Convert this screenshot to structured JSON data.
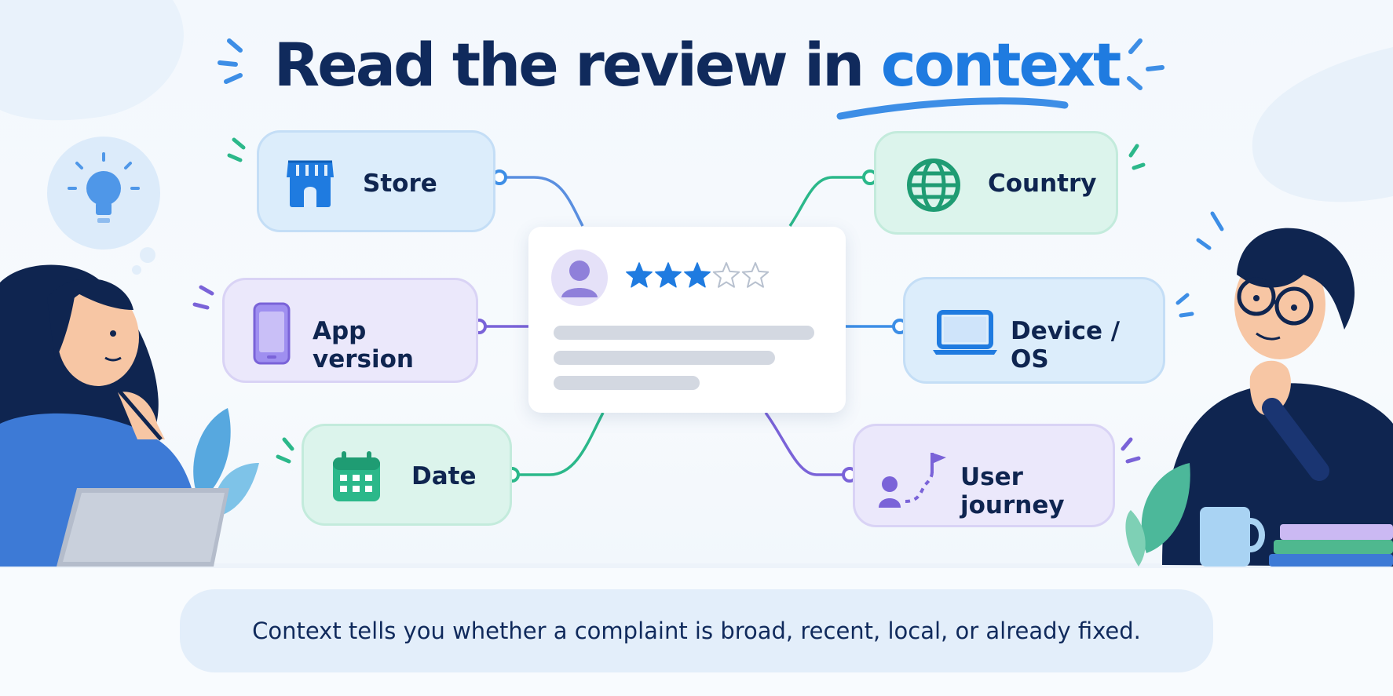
{
  "title": {
    "main": "Read the review in",
    "accent": "context"
  },
  "review_card": {
    "rating": 3,
    "max_rating": 5,
    "text_lines": 3
  },
  "context_nodes": {
    "store": {
      "label": "Store",
      "icon": "store-icon"
    },
    "app_version": {
      "label": "App version",
      "icon": "phone-icon"
    },
    "date": {
      "label": "Date",
      "icon": "calendar-icon"
    },
    "country": {
      "label": "Country",
      "icon": "globe-icon"
    },
    "device_os": {
      "label": "Device / OS",
      "icon": "laptop-icon"
    },
    "user_journey": {
      "label": "User journey",
      "icon": "user-journey-icon"
    }
  },
  "caption": "Context tells you whether a complaint is broad, recent, local, or already fixed.",
  "colors": {
    "navy": "#102a5c",
    "accent_blue": "#1f7be0",
    "green": "#2bb88a",
    "violet": "#7a63d8",
    "star": "#1f7be0"
  }
}
